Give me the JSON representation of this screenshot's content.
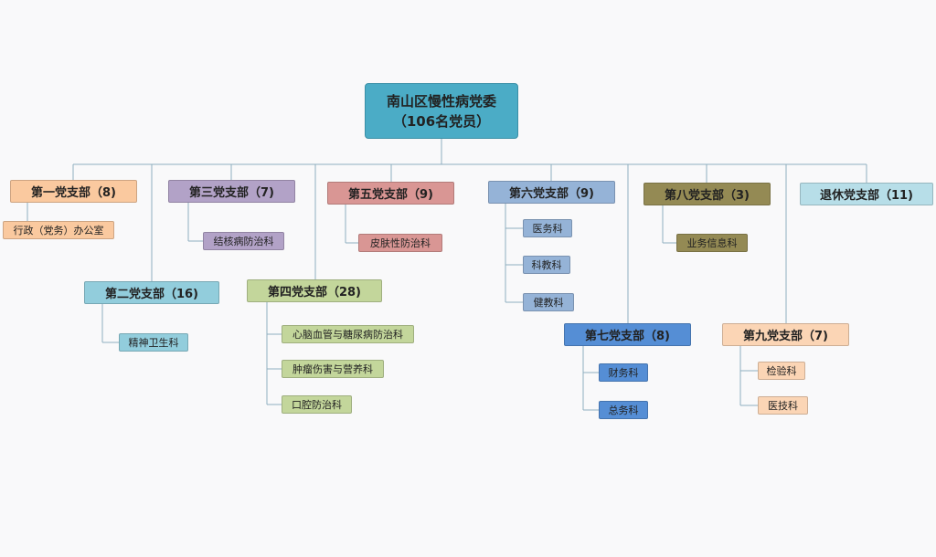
{
  "root": {
    "line1": "南山区慢性病党委",
    "line2": "（106名党员）"
  },
  "branches": {
    "b1": {
      "label": "第一党支部（8)",
      "color": "#fac99f",
      "items": [
        "行政（党务）办公室"
      ]
    },
    "b2": {
      "label": "第二党支部（16)",
      "color": "#92cddc",
      "items": [
        "精神卫生科"
      ]
    },
    "b3": {
      "label": "第三党支部（7)",
      "color": "#b2a2c7",
      "items": [
        "结核病防治科"
      ]
    },
    "b4": {
      "label": "第四党支部（28)",
      "color": "#c3d69b",
      "items": [
        "心脑血管与糖尿病防治科",
        "肿瘤伤害与营养科",
        "口腔防治科"
      ]
    },
    "b5": {
      "label": "第五党支部（9)",
      "color": "#d99694",
      "items": [
        "皮肤性防治科"
      ]
    },
    "b6": {
      "label": "第六党支部（9)",
      "color": "#95b3d7",
      "items": [
        "医务科",
        "科教科",
        "健教科"
      ]
    },
    "b7": {
      "label": "第七党支部（8)",
      "color": "#558ed5",
      "items": [
        "财务科",
        "总务科"
      ]
    },
    "b8": {
      "label": "第八党支部（3)",
      "color": "#948a54",
      "items": [
        "业务信息科"
      ]
    },
    "b9": {
      "label": "第九党支部（7)",
      "color": "#fbd5b5",
      "items": [
        "检验科",
        "医技科"
      ]
    },
    "retired": {
      "label": "退休党支部（11)",
      "color": "#b7dee8"
    }
  }
}
